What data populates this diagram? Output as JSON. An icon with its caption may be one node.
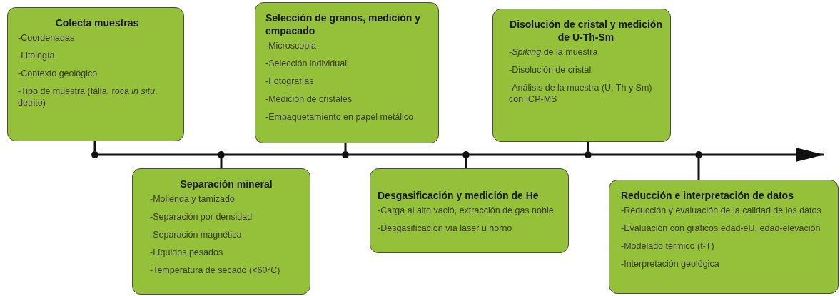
{
  "diagram": {
    "nodes": [
      {
        "text": [
          "Colecta muestras",
          "-Coordenadas",
          "-Litología",
          "-Contexto geológico",
          "-Tipo de muestra (falla, roca *in situ*, detrito)"
        ]
      },
      {
        "text": [
          "Separación mineral",
          "-Molienda y tamizado",
          "-Separación por densidad",
          "-Separación magnética",
          "-Líquidos pesados",
          "-Temperatura de secado (<60°C)"
        ]
      },
      {
        "text": [
          "Selección de granos, medición y empacado",
          "-Microscopia",
          "-Selección individual",
          "-Fotografías",
          "-Medición de cristales",
          "-Empaquetamiento en papel metálico"
        ]
      },
      {
        "text": [
          "Desgasificación y medición de He",
          "-Carga al alto vació, extracción de gas noble",
          "-Desgasificación vía láser u horno"
        ]
      },
      {
        "text": [
          "Disolución de cristal y medición de U-Th-Sm",
          "-*Spiking* de la muestra",
          "-Disolución de cristal",
          "-Análisis de la muestra (U, Th y Sm) con ICP-MS"
        ]
      },
      {
        "text": [
          "Reducción e interpretación de datos",
          "-Reducción y evaluación de la calidad de los datos",
          "-Evaluación con gráficos edad-eU, edad-elevación",
          "-Modelado térmico (t-T)",
          "-Interpretación geológica"
        ]
      },
      {
        "text": [],
        "shape": "circle"
      },
      {
        "text": [],
        "shape": "circle"
      },
      {
        "text": [],
        "shape": "circle"
      },
      {
        "text": [],
        "shape": "circle"
      },
      {
        "text": [],
        "shape": "circle"
      },
      {
        "text": [],
        "shape": "circle"
      }
    ],
    "edges": [
      {
        "from": 0,
        "to": 6,
        "arrow": "none"
      },
      {
        "from": 1,
        "to": 7,
        "arrow": "none"
      },
      {
        "from": 2,
        "to": 8,
        "arrow": "none"
      },
      {
        "from": 3,
        "to": 9,
        "arrow": "none"
      },
      {
        "from": 4,
        "to": 10,
        "arrow": "none"
      },
      {
        "from": 5,
        "to": 11,
        "arrow": "none"
      },
      {
        "from": 6,
        "to": 7,
        "arrow": "none"
      },
      {
        "from": 7,
        "to": 8,
        "arrow": "none"
      },
      {
        "from": 8,
        "to": 9,
        "arrow": "none"
      },
      {
        "from": 9,
        "to": 10,
        "arrow": "none"
      },
      {
        "from": 10,
        "to": 11,
        "arrow": "none"
      },
      {
        "from": 11,
        "to": null,
        "arrow": "to"
      }
    ]
  }
}
